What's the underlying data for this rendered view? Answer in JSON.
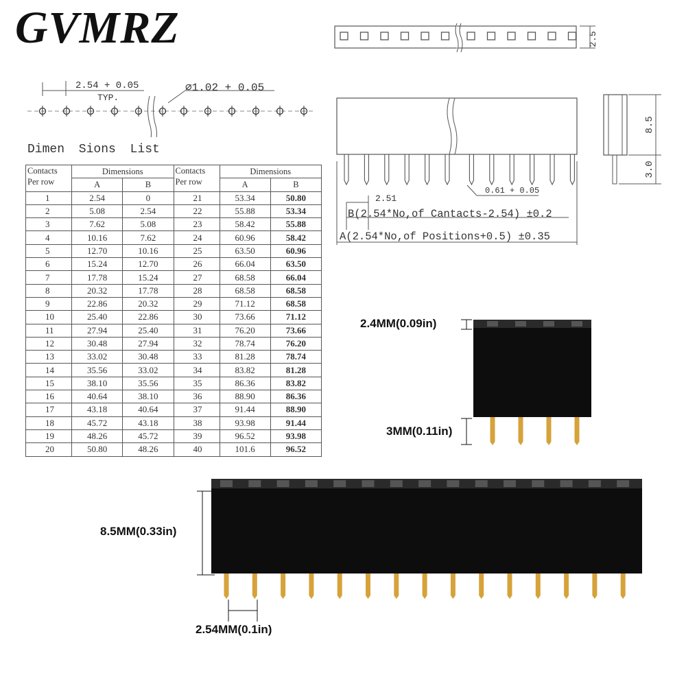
{
  "brand": "GVMRZ",
  "top_drawing": {
    "pitch_label": "2.54 + 0.05",
    "typ_label": "TYP.",
    "hole_label": "∅1.02 + 0.05",
    "top_view_height": "2.5",
    "front_b_label": "B(2.54*No,of Cantacts-2.54) ±0.2",
    "front_a_label": "A(2.54*No,of Positions+0.5) ±0.35",
    "pin_offset_label": "2.51",
    "pin_width_label": "0.61 + 0.05",
    "side_body_height": "8.5",
    "side_pin_height": "3.0"
  },
  "table": {
    "title": "Dimen Sions List",
    "contacts_header": [
      "Contacts",
      "Per row"
    ],
    "dimensions_header": "Dimensions",
    "col_a": "A",
    "col_b": "B",
    "left_rows": [
      [
        "1",
        "2.54",
        "0"
      ],
      [
        "2",
        "5.08",
        "2.54"
      ],
      [
        "3",
        "7.62",
        "5.08"
      ],
      [
        "4",
        "10.16",
        "7.62"
      ],
      [
        "5",
        "12.70",
        "10.16"
      ],
      [
        "6",
        "15.24",
        "12.70"
      ],
      [
        "7",
        "17.78",
        "15.24"
      ],
      [
        "8",
        "20.32",
        "17.78"
      ],
      [
        "9",
        "22.86",
        "20.32"
      ],
      [
        "10",
        "25.40",
        "22.86"
      ],
      [
        "11",
        "27.94",
        "25.40"
      ],
      [
        "12",
        "30.48",
        "27.94"
      ],
      [
        "13",
        "33.02",
        "30.48"
      ],
      [
        "14",
        "35.56",
        "33.02"
      ],
      [
        "15",
        "38.10",
        "35.56"
      ],
      [
        "16",
        "40.64",
        "38.10"
      ],
      [
        "17",
        "43.18",
        "40.64"
      ],
      [
        "18",
        "45.72",
        "43.18"
      ],
      [
        "19",
        "48.26",
        "45.72"
      ],
      [
        "20",
        "50.80",
        "48.26"
      ]
    ],
    "right_rows": [
      [
        "21",
        "53.34",
        "50.80"
      ],
      [
        "22",
        "55.88",
        "53.34"
      ],
      [
        "23",
        "58.42",
        "55.88"
      ],
      [
        "24",
        "60.96",
        "58.42"
      ],
      [
        "25",
        "63.50",
        "60.96"
      ],
      [
        "26",
        "66.04",
        "63.50"
      ],
      [
        "27",
        "68.58",
        "66.04"
      ],
      [
        "28",
        "68.58",
        "68.58"
      ],
      [
        "29",
        "71.12",
        "68.58"
      ],
      [
        "30",
        "73.66",
        "71.12"
      ],
      [
        "31",
        "76.20",
        "73.66"
      ],
      [
        "32",
        "78.74",
        "76.20"
      ],
      [
        "33",
        "81.28",
        "78.74"
      ],
      [
        "34",
        "83.82",
        "81.28"
      ],
      [
        "35",
        "86.36",
        "83.82"
      ],
      [
        "36",
        "88.90",
        "86.36"
      ],
      [
        "37",
        "91.44",
        "88.90"
      ],
      [
        "38",
        "93.98",
        "91.44"
      ],
      [
        "39",
        "96.52",
        "93.98"
      ],
      [
        "40",
        "101.6",
        "96.52"
      ]
    ]
  },
  "photo_labels": {
    "top_height": "2.4MM(0.09in)",
    "pin_length": "3MM(0.11in)",
    "body_height": "8.5MM(0.33in)",
    "pitch": "2.54MM(0.1in)"
  },
  "colors": {
    "body": "#0d0d0d",
    "pin_gold": "#d6a23a",
    "line": "#555555"
  }
}
